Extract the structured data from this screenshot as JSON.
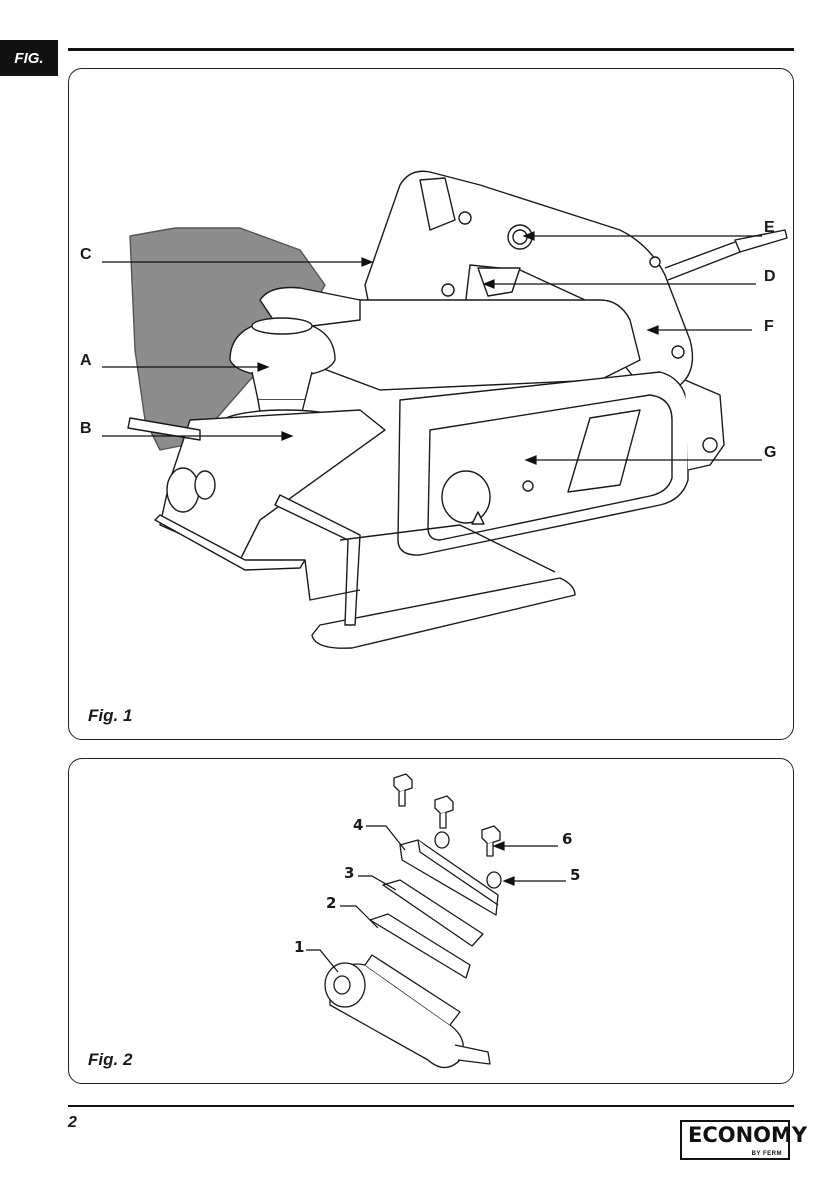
{
  "header": {
    "tab_label": "FIG."
  },
  "figure1": {
    "caption": "Fig. 1",
    "callouts": {
      "A": "A",
      "B": "B",
      "C": "C",
      "D": "D",
      "E": "E",
      "F": "F",
      "G": "G"
    }
  },
  "figure2": {
    "caption": "Fig. 2",
    "callouts": {
      "n1": "1",
      "n2": "2",
      "n3": "3",
      "n4": "4",
      "n5": "5",
      "n6": "6"
    }
  },
  "footer": {
    "page_number": "2",
    "logo_word": "ECONOMY",
    "logo_sub": "BY FERM"
  }
}
